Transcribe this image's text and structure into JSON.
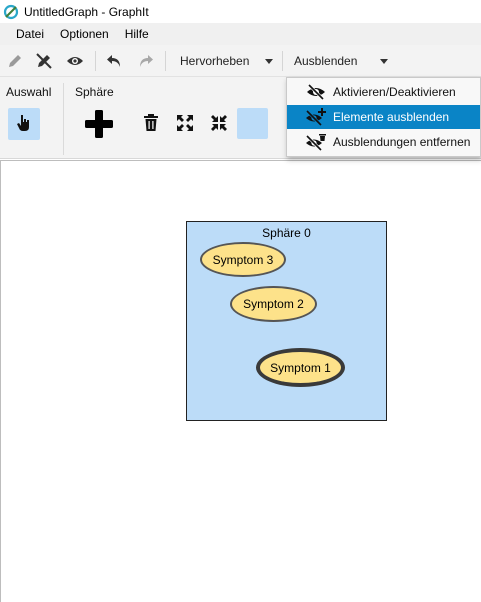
{
  "window": {
    "title": "UntitledGraph - GraphIt"
  },
  "menu": {
    "items": [
      "Datei",
      "Optionen",
      "Hilfe"
    ]
  },
  "toolbar": {
    "hervorheben_label": "Hervorheben",
    "ausblenden_label": "Ausblenden"
  },
  "ribbon": {
    "auswahl_label": "Auswahl",
    "sphaere_label": "Sphäre",
    "accent_color": "#bcdcf8"
  },
  "dropdown": {
    "items": [
      "Aktivieren/Deaktivieren",
      "Elemente ausblenden",
      "Ausblendungen entfernen"
    ],
    "active_index": 1,
    "active_color": "#0a84c6"
  },
  "graph": {
    "sphere": {
      "label": "Sphäre 0",
      "fill": "#bcdcf8"
    },
    "symptoms": [
      {
        "label": "Symptom 3",
        "selected": false
      },
      {
        "label": "Symptom 2",
        "selected": false
      },
      {
        "label": "Symptom 1",
        "selected": true
      }
    ],
    "symptom_fill": "#fde28a"
  }
}
